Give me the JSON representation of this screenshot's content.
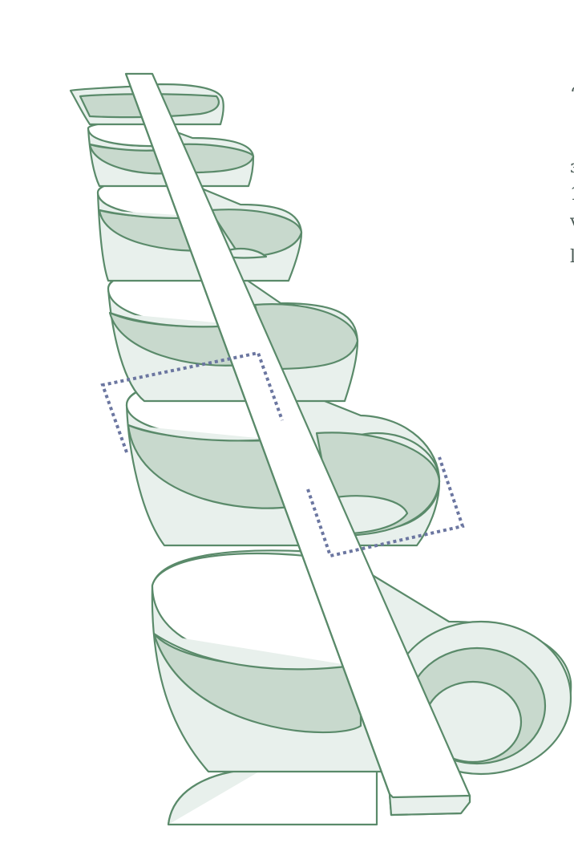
{
  "figure": {
    "colors": {
      "outline": "#5a8a6a",
      "light_fill": "#e8f0ec",
      "mid_fill": "#c8d9cd",
      "dark_fill": "#b4c9bc",
      "white": "#ffffff",
      "dotted_highlight": "#6b76a0"
    },
    "clipped_edge_glyphs": [
      "‘",
      "ɜ",
      "1",
      "v",
      "l"
    ]
  }
}
